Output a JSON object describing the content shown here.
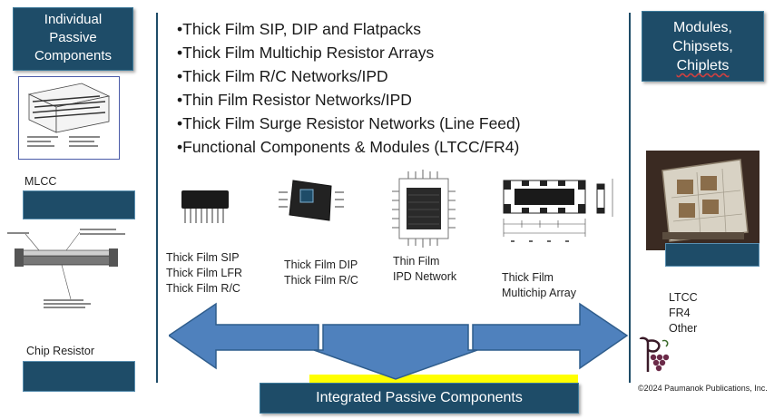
{
  "left_panel": {
    "title_lines": [
      "Individual",
      "Passive",
      "Components"
    ],
    "mlcc_label": "MLCC",
    "chip_resistor_label": "Chip Resistor"
  },
  "right_panel": {
    "title_lines": [
      "Modules,",
      "Chipsets,",
      "Chiplets"
    ],
    "items": [
      "LTCC",
      "FR4",
      "Other"
    ],
    "copyright": "©2024 Paumanok Publications, Inc."
  },
  "bullets": [
    "•Thick Film SIP, DIP and Flatpacks",
    "•Thick Film Multichip Resistor Arrays",
    "•Thick Film R/C Networks/IPD",
    "•Thin Film Resistor Networks/IPD",
    "•Thick Film Surge Resistor Networks (Line Feed)",
    "•Functional Components & Modules (LTCC/FR4)"
  ],
  "components": [
    {
      "lines": [
        "Thick Film SIP",
        "Thick Film LFR",
        "Thick Film R/C"
      ]
    },
    {
      "lines": [
        "Thick Film DIP",
        "Thick Film R/C"
      ]
    },
    {
      "lines": [
        "Thin Film",
        "IPD Network"
      ]
    },
    {
      "lines": [
        "Thick Film",
        "Multichip Array"
      ]
    }
  ],
  "bottom_banner": "Integrated Passive Components",
  "colors": {
    "navy": "#1e4c68",
    "arrow_blue": "#4f81bd",
    "highlight_yellow": "#ffff00"
  }
}
